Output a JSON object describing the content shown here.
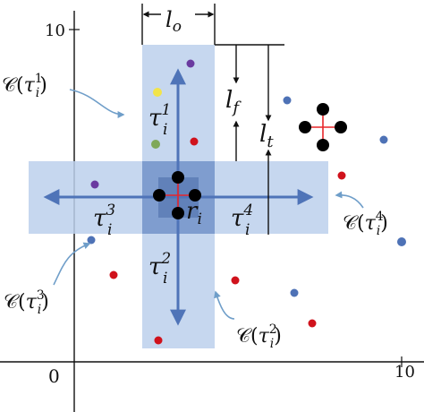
{
  "axes": {
    "x_origin_label": "0",
    "x_max_label": "10",
    "y_max_label": "10"
  },
  "dimensions": {
    "l_o": {
      "base": "l",
      "sub": "o"
    },
    "l_f": {
      "base": "l",
      "sub": "f"
    },
    "l_t": {
      "base": "l",
      "sub": "t"
    }
  },
  "regions": {
    "tau1": {
      "base": "τ",
      "sub": "i",
      "sup": "1"
    },
    "tau2": {
      "base": "τ",
      "sub": "i",
      "sup": "2"
    },
    "tau3": {
      "base": "τ",
      "sub": "i",
      "sup": "3"
    },
    "tau4": {
      "base": "τ",
      "sub": "i",
      "sup": "4"
    }
  },
  "robot": {
    "base": "r",
    "sub": "i"
  },
  "coverage_labels": {
    "c1": {
      "prefix": "𝒞(",
      "base": "τ",
      "sub": "i",
      "sup": "1",
      "suffix": ")"
    },
    "c2": {
      "prefix": "𝒞(",
      "base": "τ",
      "sub": "i",
      "sup": "2",
      "suffix": ")"
    },
    "c3": {
      "prefix": "𝒞(",
      "base": "τ",
      "sub": "i",
      "sup": "3",
      "suffix": ")"
    },
    "c4": {
      "prefix": "𝒞(",
      "base": "τ",
      "sub": "i",
      "sup": "4",
      "suffix": ")"
    }
  },
  "colors": {
    "band": "#bcd0ec",
    "band_center": "#3f5f9e",
    "arrow": "#4f74b8",
    "red_point": "#d0121c",
    "blue_point": "#4e72b6",
    "purple_point": "#6a3aa0",
    "yellow_point": "#f2e44a",
    "green_point": "#7fa85a",
    "leader": "#6f9ec9",
    "robot_cross": "#e8262a"
  }
}
